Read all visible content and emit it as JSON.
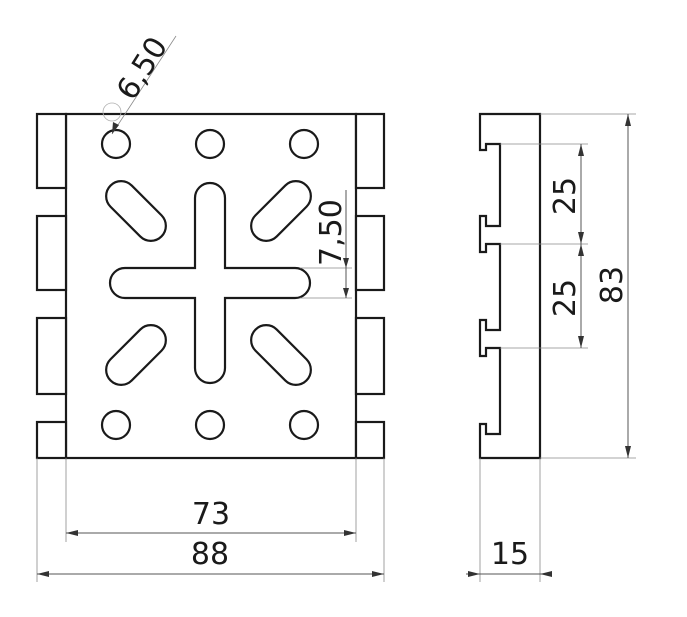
{
  "dimensions": {
    "hole_diameter": "6,50",
    "slot_width": "7,50",
    "inner_width": "73",
    "overall_width": "88",
    "tab_pitch_upper": "25",
    "tab_pitch_lower": "25",
    "overall_height": "83",
    "thickness": "15"
  }
}
